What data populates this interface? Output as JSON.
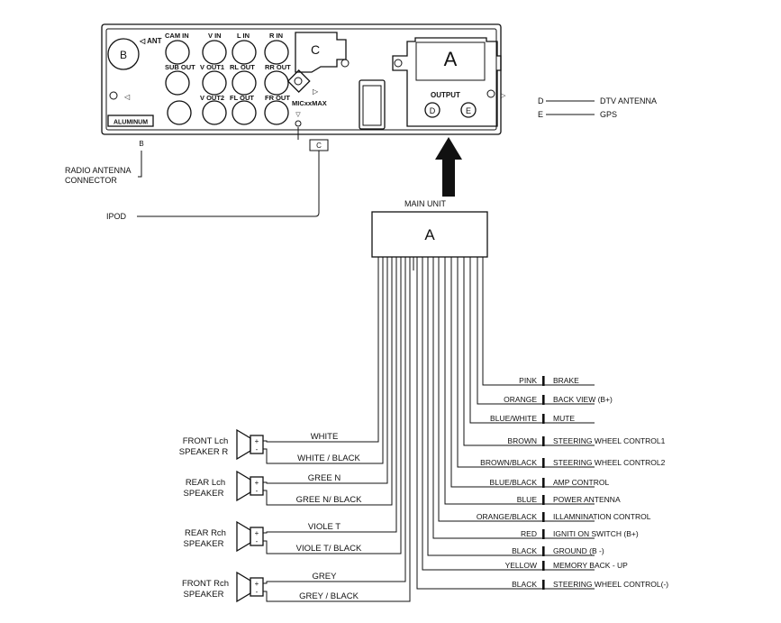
{
  "unit": {
    "ports": {
      "b": "B",
      "ant": "◁ ANT",
      "cam_in": "CAM IN",
      "v_in": "V IN",
      "l_in": "L IN",
      "r_in": "R IN",
      "sub_out": "SUB OUT",
      "v_out1": "V OUT1",
      "rl_out": "RL OUT",
      "rr_out": "RR OUT",
      "v_out2": "V OUT2",
      "fl_out": "FL OUT",
      "fr_out": "FR OUT",
      "c": "C",
      "mic": "MICxxMAX",
      "aluminum": "ALUMINUM"
    },
    "output": {
      "a": "A",
      "label": "OUTPUT",
      "d": "D",
      "e": "E"
    }
  },
  "callouts": {
    "b_tag": "B",
    "c_tag": "C",
    "radio_antenna_1": "RADIO ANTENNA",
    "radio_antenna_2": "CONNECTOR",
    "ipod": "IPOD",
    "d_tag": "D",
    "dtv_antenna": "DTV ANTENNA",
    "e_tag": "E",
    "gps": "GPS"
  },
  "connector": {
    "caption": "MAIN UNIT",
    "letter": "A"
  },
  "speakers": [
    {
      "name_1": "FRONT Lch",
      "name_2": "SPEAKER R",
      "wire_pos": "WHITE",
      "wire_neg": "WHITE / BLACK"
    },
    {
      "name_1": "REAR  Lch",
      "name_2": "SPEAKER",
      "wire_pos": "GREE N",
      "wire_neg": "GREE N/ BLACK"
    },
    {
      "name_1": "REAR  Rch",
      "name_2": "SPEAKER",
      "wire_pos": "VIOLE T",
      "wire_neg": "VIOLE T/ BLACK"
    },
    {
      "name_1": "FRONT  Rch",
      "name_2": "SPEAKER",
      "wire_pos": "GREY",
      "wire_neg": "GREY / BLACK"
    }
  ],
  "wires": [
    {
      "color": "PINK",
      "function": "BRAKE"
    },
    {
      "color": "ORANGE",
      "function": "BACK VIEW (B+)"
    },
    {
      "color": "BLUE/WHITE",
      "function": "MUTE"
    },
    {
      "color": "BROWN",
      "function": "STEERING WHEEL CONTROL1"
    },
    {
      "color": "BROWN/BLACK",
      "function": "STEERING WHEEL CONTROL2"
    },
    {
      "color": "BLUE/BLACK",
      "function": "AMP  CONTROL"
    },
    {
      "color": "BLUE",
      "function": "POWER ANTENNA"
    },
    {
      "color": "ORANGE/BLACK",
      "function": "ILLAMNINATION  CONTROL"
    },
    {
      "color": "RED",
      "function": "IGNITI ON  SWITCH (B+)"
    },
    {
      "color": "BLACK",
      "function": "GROUND (B -)"
    },
    {
      "color": "YELLOW",
      "function": "MEMORY  BACK - UP"
    },
    {
      "color": "BLACK",
      "function": "STEERING WHEEL CONTROL(-)"
    }
  ],
  "plus_sign": "+",
  "minus_sign": "-"
}
